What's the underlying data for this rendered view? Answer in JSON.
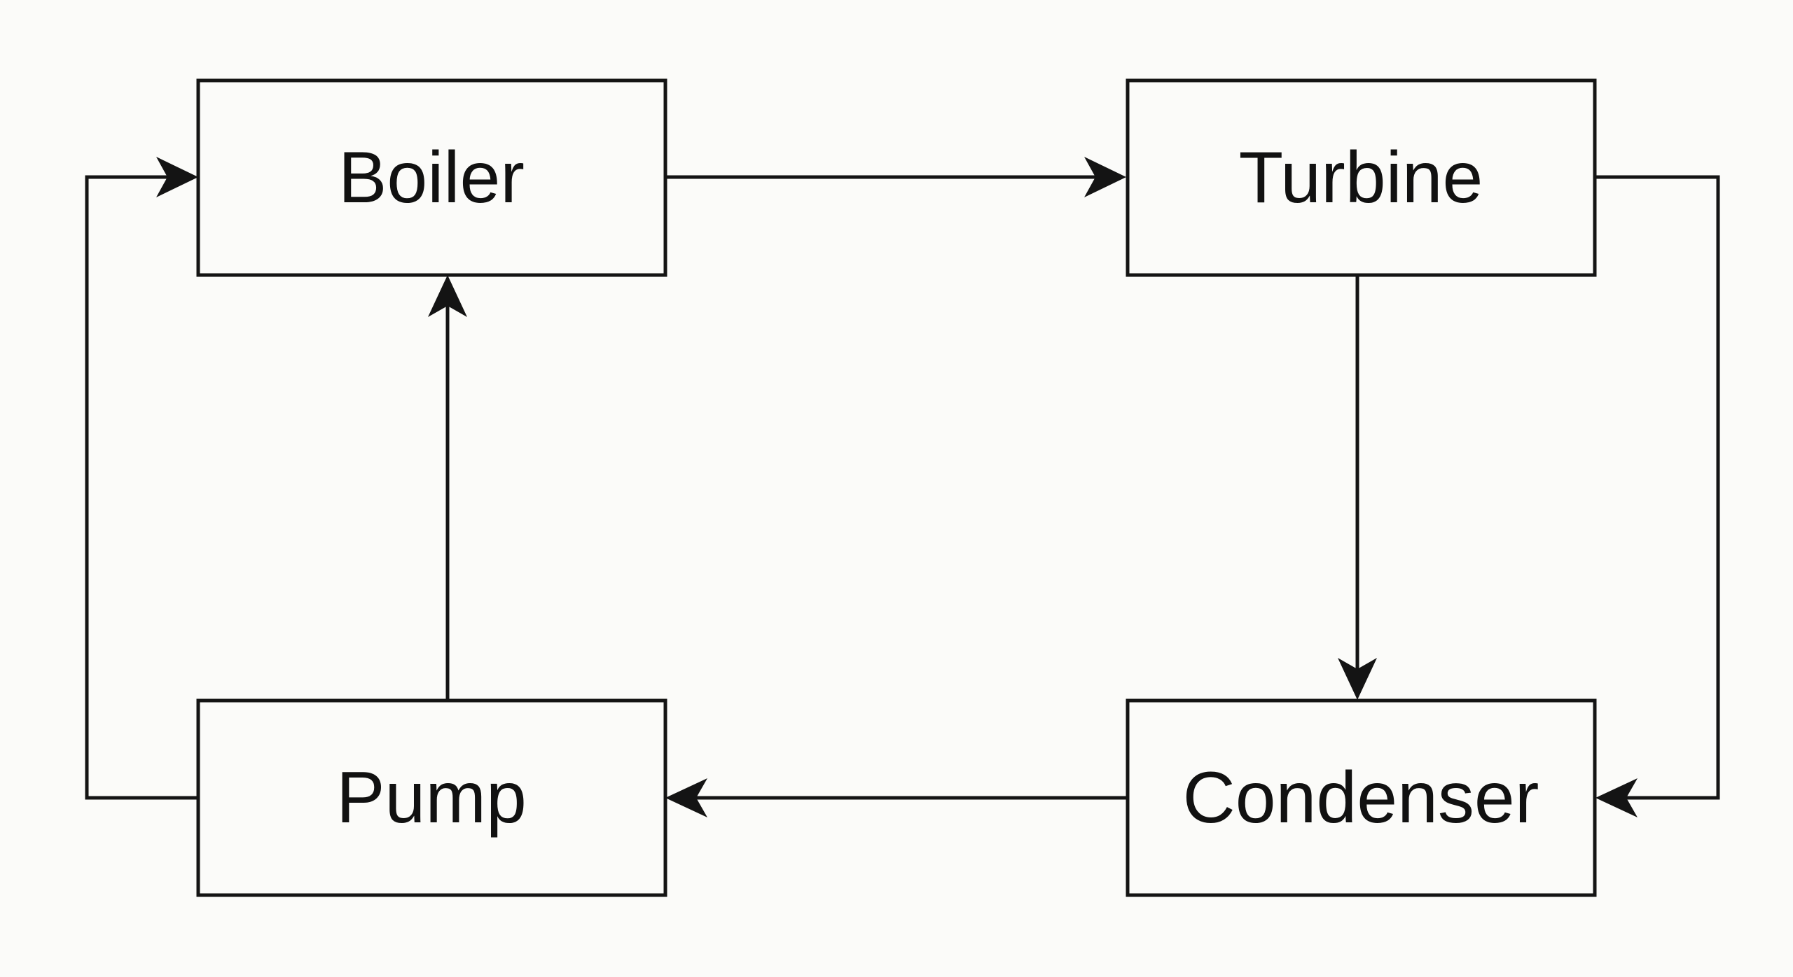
{
  "diagram": {
    "type": "flow-cycle",
    "colors": {
      "background": "#fbfbf9",
      "stroke": "#141414",
      "text": "#111111"
    },
    "nodes": {
      "boiler": {
        "label": "Boiler"
      },
      "turbine": {
        "label": "Turbine"
      },
      "pump": {
        "label": "Pump"
      },
      "condenser": {
        "label": "Condenser"
      }
    },
    "edges": [
      {
        "from": "boiler",
        "to": "turbine"
      },
      {
        "from": "turbine",
        "to": "condenser"
      },
      {
        "from": "turbine",
        "to": "condenser",
        "route": "right-loop"
      },
      {
        "from": "condenser",
        "to": "pump"
      },
      {
        "from": "pump",
        "to": "boiler"
      },
      {
        "from": "pump",
        "to": "boiler",
        "route": "left-loop"
      }
    ]
  }
}
